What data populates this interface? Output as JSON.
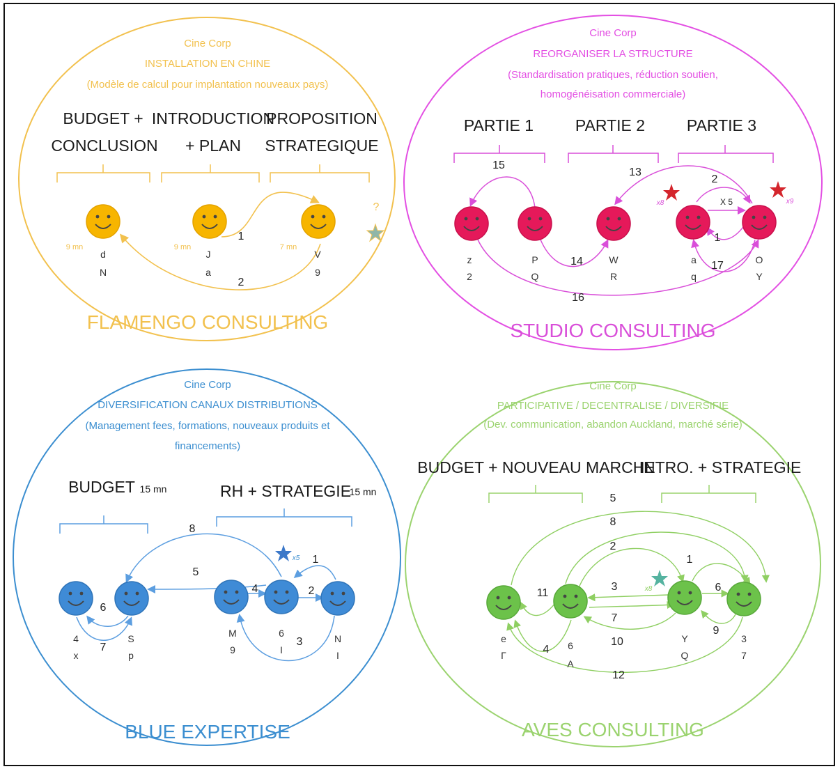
{
  "colors": {
    "flamengo": "#f2c14e",
    "flamengo_face": "#f7b500",
    "studio": "#e34fe3",
    "studio_face": "#e5195a",
    "blue": "#3b8ed0",
    "blue_face": "#3f8bd6",
    "aves": "#9bd36f",
    "aves_face": "#6cc24a",
    "star_red": "#d4252c",
    "star_blue": "#3b78c9",
    "star_green": "#55b3a0"
  },
  "flamengo": {
    "company": "Cine Corp",
    "project": "INSTALLATION EN CHINE",
    "detail": "(Modèle de calcul pour implantation nouveaux pays)",
    "group1": [
      "BUDGET +",
      "CONCLUSION"
    ],
    "group2": [
      "INTRODUCTION",
      "+ PLAN"
    ],
    "group3": [
      "PROPOSITION",
      "STRATEGIQUE"
    ],
    "time1": "9 mn",
    "time2": "9 mn",
    "time3": "7 mn",
    "person1": [
      "d",
      "N"
    ],
    "person2": [
      "J",
      "a"
    ],
    "person3": [
      "V",
      "9"
    ],
    "link_1": "1",
    "link_2": "2",
    "question": "?",
    "name": "FLAMENGO CONSULTING"
  },
  "studio": {
    "company": "Cine Corp",
    "project": "REORGANISER LA STRUCTURE",
    "detail1": "(Standardisation pratiques, réduction soutien,",
    "detail2": "homogénéisation commerciale)",
    "part1": "PARTIE 1",
    "part2": "PARTIE 2",
    "part3": "PARTIE 3",
    "person1": [
      "z",
      "2"
    ],
    "person2": [
      "P",
      "Q"
    ],
    "person3": [
      "W",
      "R"
    ],
    "person4": [
      "a",
      "q"
    ],
    "person5": [
      "O",
      "Y"
    ],
    "link_15": "15",
    "link_13": "13",
    "link_2": "2",
    "link_x5": "X 5",
    "link_1": "1",
    "link_17": "17",
    "link_14": "14",
    "link_16": "16",
    "star_x8": "x8",
    "star_x9": "x9",
    "name": "STUDIO CONSULTING"
  },
  "blue": {
    "company": "Cine Corp",
    "project": "DIVERSIFICATION CANAUX DISTRIBUTIONS",
    "detail1": "(Management fees, formations, nouveaux produits et",
    "detail2": "financements)",
    "group1": "BUDGET",
    "group1_time": "15 mn",
    "group2": "RH + STRATEGIE",
    "group2_time": "15 mn",
    "person1": [
      "4",
      "x"
    ],
    "person2": [
      "S",
      "p"
    ],
    "person3": [
      "M",
      "9"
    ],
    "person4": [
      "6",
      "I"
    ],
    "person5": [
      "N",
      "I"
    ],
    "link_8": "8",
    "link_5": "5",
    "link_1": "1",
    "link_4": "4",
    "link_2": "2",
    "link_3": "3",
    "link_6": "6",
    "link_7": "7",
    "star_x5": "x5",
    "name": "BLUE EXPERTISE"
  },
  "aves": {
    "company": "Cine Corp",
    "project": "PARTICIPATIVE / DECENTRALISE / DIVERSIFIE",
    "detail": "(Dev. communication, abandon Auckland, marché série)",
    "group1": "BUDGET + NOUVEAU MARCHE",
    "group2": "INTRO. + STRATEGIE",
    "person1": [
      "e",
      "Γ"
    ],
    "person2": [
      "6",
      "A"
    ],
    "person3": [
      "Y",
      "Q"
    ],
    "person4": [
      "3",
      "7"
    ],
    "link_5": "5",
    "link_8": "8",
    "link_2": "2",
    "link_1": "1",
    "link_3": "3",
    "link_6": "6",
    "link_11": "11",
    "link_7": "7",
    "link_9": "9",
    "link_10": "10",
    "link_4": "4",
    "link_12": "12",
    "star_x8": "x8",
    "name": "AVES CONSULTING"
  }
}
